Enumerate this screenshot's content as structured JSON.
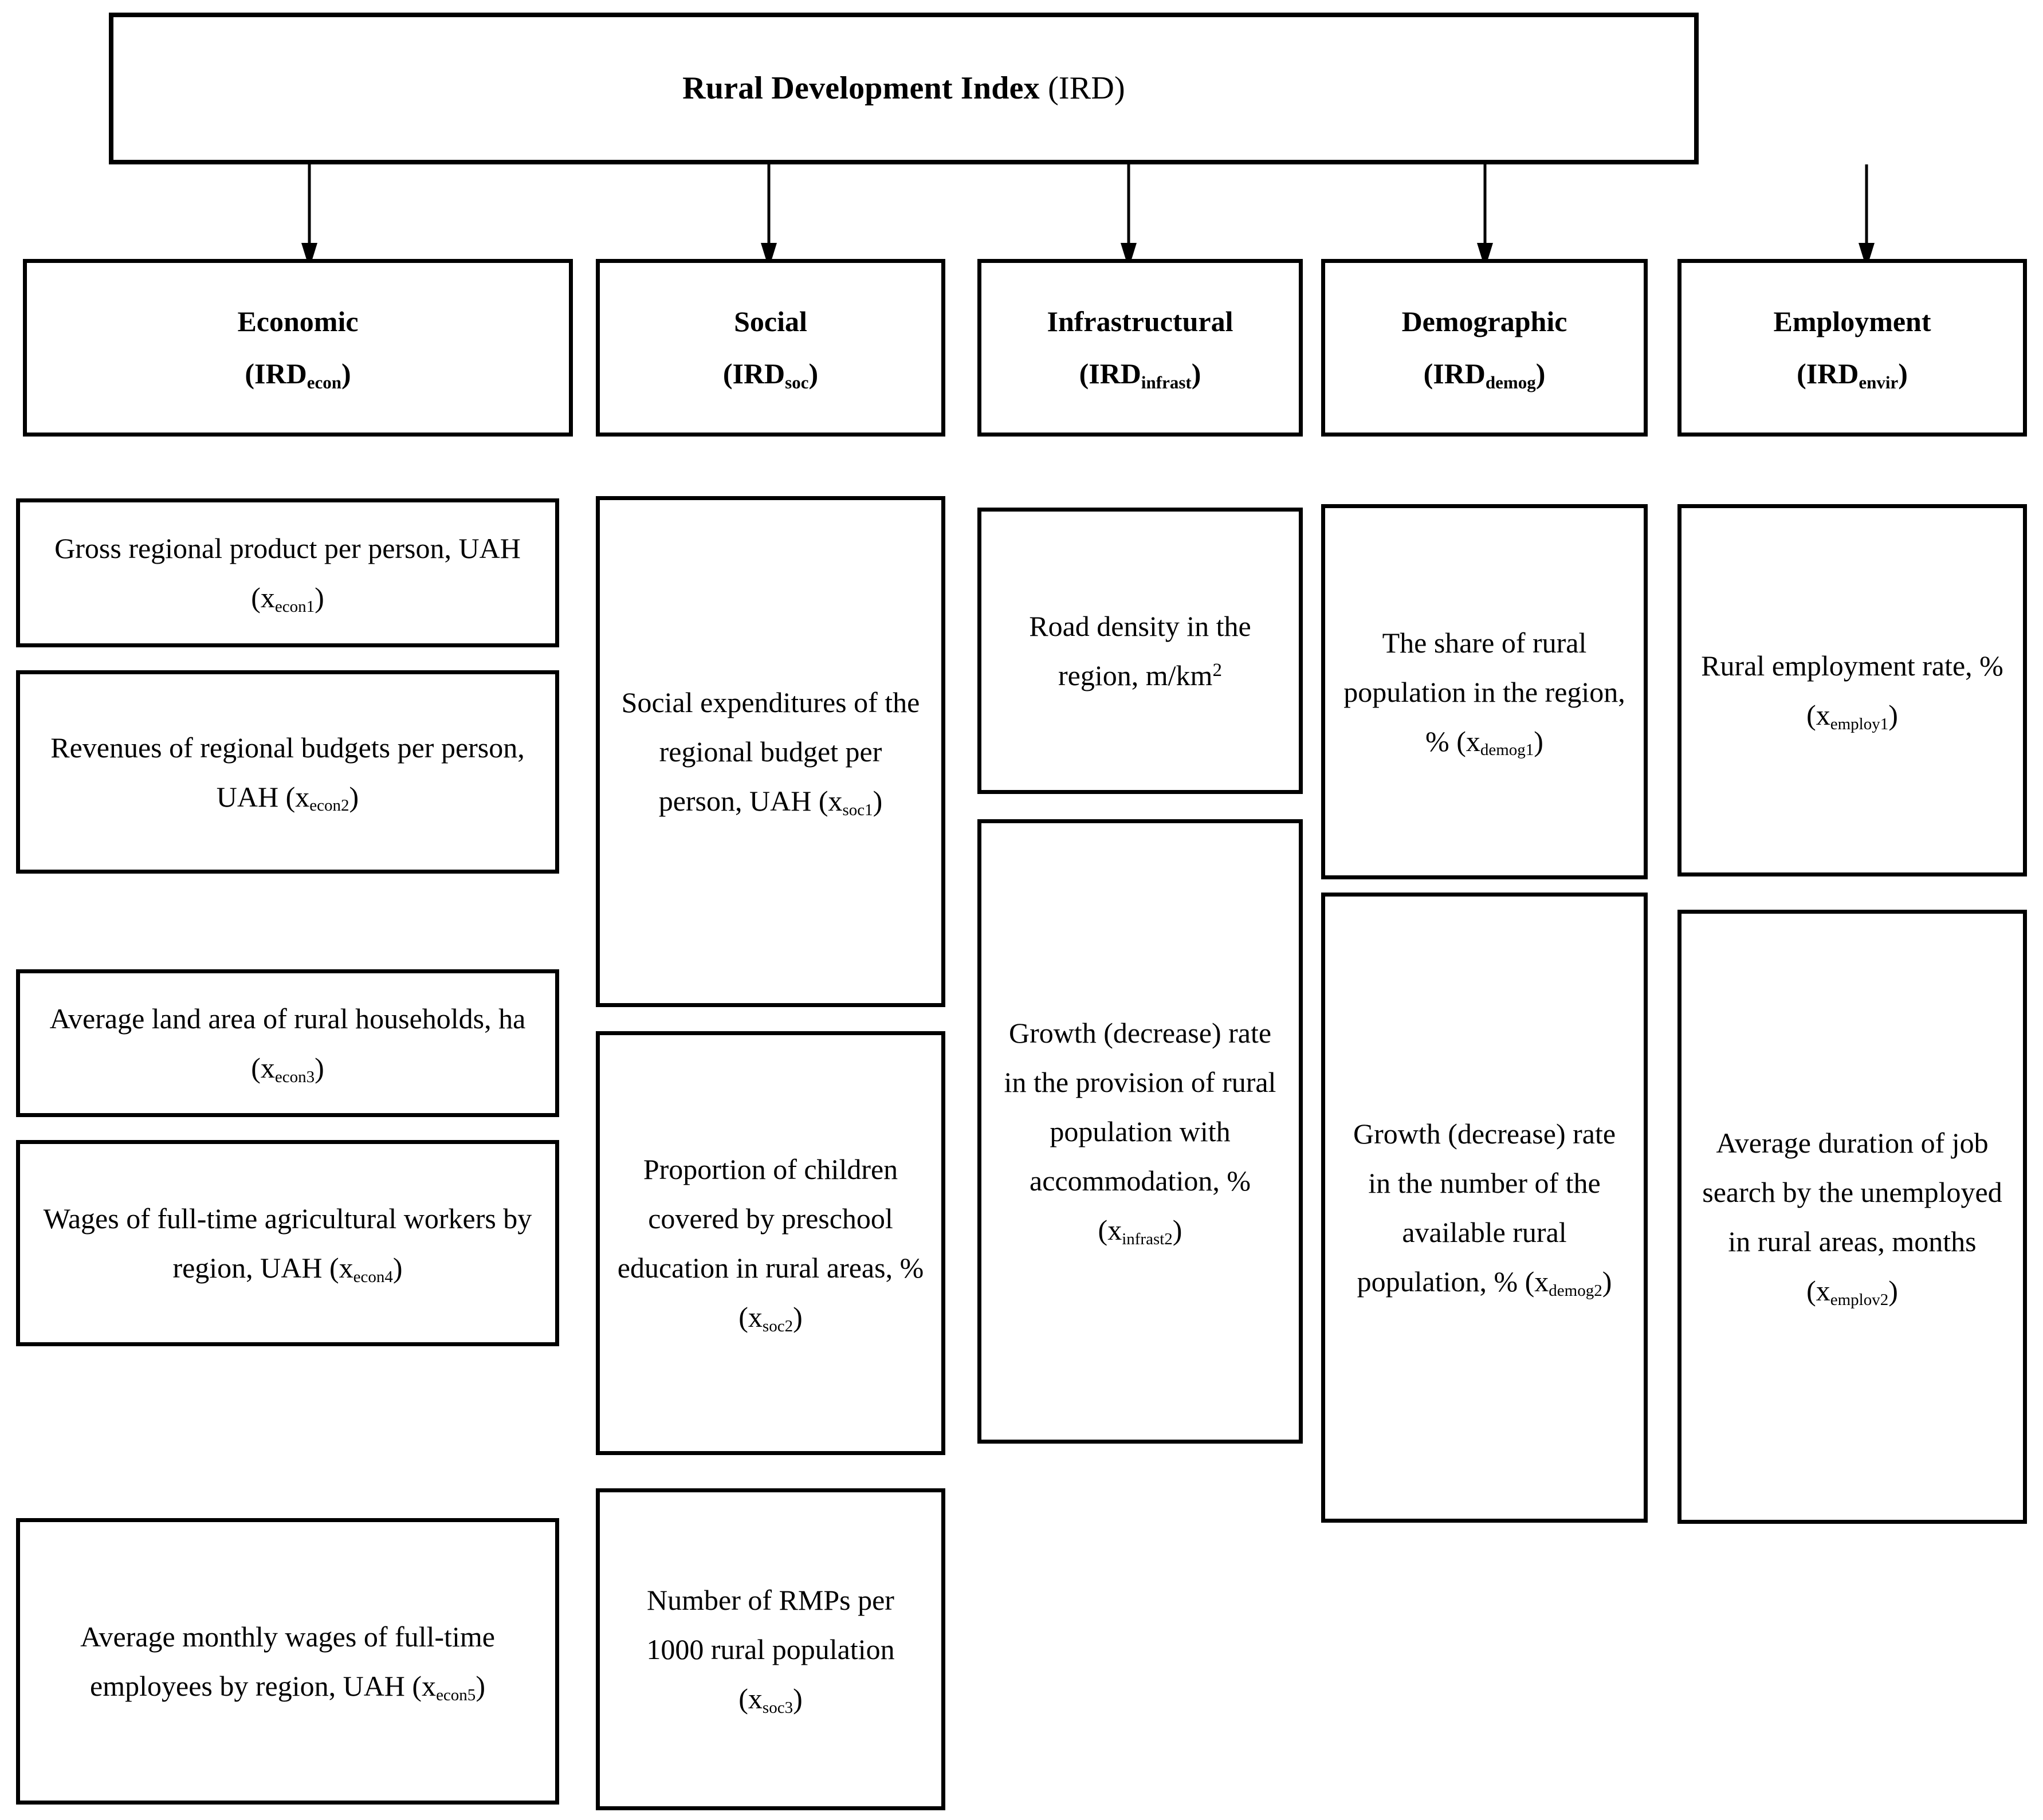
{
  "diagram": {
    "title": "Rural Development Index (IRD)",
    "title_main": "Rural Development Index",
    "title_paren": "(IRD)",
    "colors": {
      "line": "#000000",
      "background": "#ffffff",
      "text": "#000000"
    }
  },
  "categories": [
    {
      "name": "Economic",
      "code_prefix": "(IRD",
      "code_sub": "econ",
      "code_suffix": ")"
    },
    {
      "name": "Social",
      "code_prefix": "(IRD",
      "code_sub": "soc",
      "code_suffix": ")"
    },
    {
      "name": "Infrastructural",
      "code_prefix": "(IRD",
      "code_sub": "infrast",
      "code_suffix": ")"
    },
    {
      "name": "Demographic",
      "code_prefix": "(IRD",
      "code_sub": "demog",
      "code_suffix": ")"
    },
    {
      "name": "Employment",
      "code_prefix": "(IRD",
      "code_sub": "envir",
      "code_suffix": ")"
    }
  ],
  "indicators": {
    "economic": [
      {
        "text": "Gross regional product per person, UAH (x",
        "sub": "econ1",
        "tail": ")"
      },
      {
        "text": "Revenues of regional budgets per person, UAH (x",
        "sub": "econ2",
        "tail": ")"
      },
      {
        "text": "Average land area of rural households, ha (x",
        "sub": "econ3",
        "tail": ")"
      },
      {
        "text": "Wages of full-time agricultural workers by region, UAH (x",
        "sub": "econ4",
        "tail": ")"
      },
      {
        "text": "Average monthly wages of full-time employees by region, UAH (x",
        "sub": "econ5",
        "tail": ")"
      }
    ],
    "social": [
      {
        "text": "Social expenditures of the regional budget per person, UAH (x",
        "sub": "soc1",
        "tail": ")"
      },
      {
        "text": "Proportion of children covered by preschool education in rural areas, % (x",
        "sub": "soc2",
        "tail": ")"
      },
      {
        "text": "Number of RMPs per 1000 rural population (x",
        "sub": "soc3",
        "tail": ")"
      }
    ],
    "infrastructural": [
      {
        "text": "Road density in the region, m/km",
        "sup": "2",
        "sub": "",
        "tail": ""
      },
      {
        "text": "Growth (decrease) rate in the provision of rural population with accommodation, % (x",
        "sub": "infrast2",
        "tail": ")"
      }
    ],
    "demographic": [
      {
        "text": "The share of rural population in the region, % (x",
        "sub": "demog1",
        "tail": ")"
      },
      {
        "text": "Growth (decrease) rate in the number of the available rural population, % (x",
        "sub": "demog2",
        "tail": ")"
      }
    ],
    "employment": [
      {
        "text": "Rural employment rate, % (x",
        "sub": "employ1",
        "tail": ")"
      },
      {
        "text": "Average duration of job search by the unemployed in rural areas, months (x",
        "sub": "emplov2",
        "tail": ")"
      }
    ]
  }
}
